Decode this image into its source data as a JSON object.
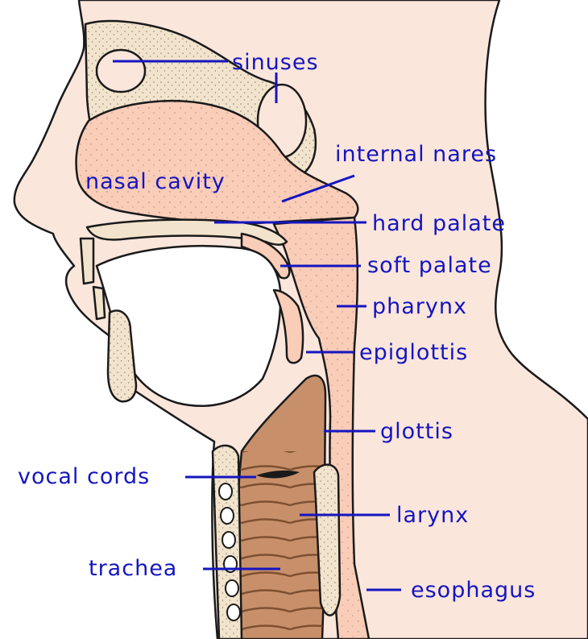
{
  "colors": {
    "skin": "#fbe6dc",
    "cavity": "#f9cdb8",
    "bone": "#f2e3cc",
    "larynx": "#c8906a",
    "label": "#1515c0",
    "outline": "#1a1a1a"
  },
  "labels": {
    "sinuses": "sinuses",
    "internal_nares": "internal nares",
    "nasal_cavity": "nasal cavity",
    "hard_palate": "hard palate",
    "soft_palate": "soft palate",
    "pharynx": "pharynx",
    "epiglottis": "epiglottis",
    "glottis": "glottis",
    "vocal_cords": "vocal cords",
    "larynx": "larynx",
    "trachea": "trachea",
    "esophagus": "esophagus"
  }
}
